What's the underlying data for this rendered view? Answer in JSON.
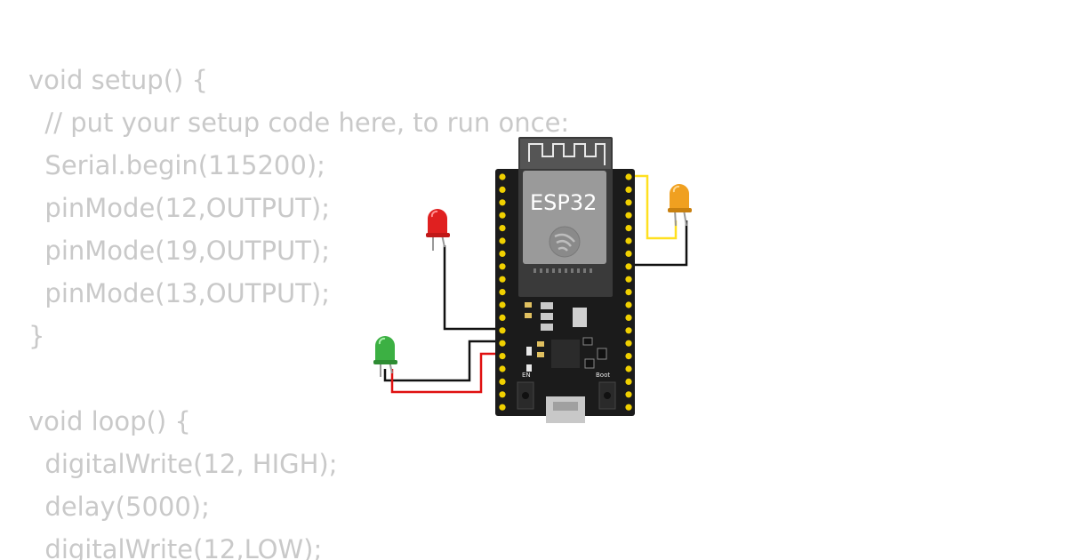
{
  "code": {
    "lines": [
      "void setup() {",
      "  // put your setup code here, to run once:",
      "  Serial.begin(115200);",
      "  pinMode(12,OUTPUT);",
      "  pinMode(19,OUTPUT);",
      "  pinMode(13,OUTPUT);",
      "}",
      "",
      "void loop() {",
      "  digitalWrite(12, HIGH);",
      "  delay(5000);",
      "  digitalWrite(12,LOW);"
    ]
  },
  "board": {
    "chip_label": "ESP32",
    "en_label": "EN",
    "boot_label": "Boot"
  },
  "colors": {
    "code_text": "#c9c9c9",
    "board": "#1b1b1b",
    "module": "#3a3a3a",
    "shield": "#9a9a9a",
    "pin": "#f0d000",
    "led_red": "#e02020",
    "led_green": "#3cb043",
    "led_amber": "#f0a020",
    "wire_black": "#111111",
    "wire_red": "#e01010",
    "wire_yellow": "#ffe020"
  },
  "components": {
    "leds": [
      {
        "name": "red-led",
        "color": "red"
      },
      {
        "name": "green-led",
        "color": "green"
      },
      {
        "name": "amber-led",
        "color": "amber"
      }
    ]
  }
}
